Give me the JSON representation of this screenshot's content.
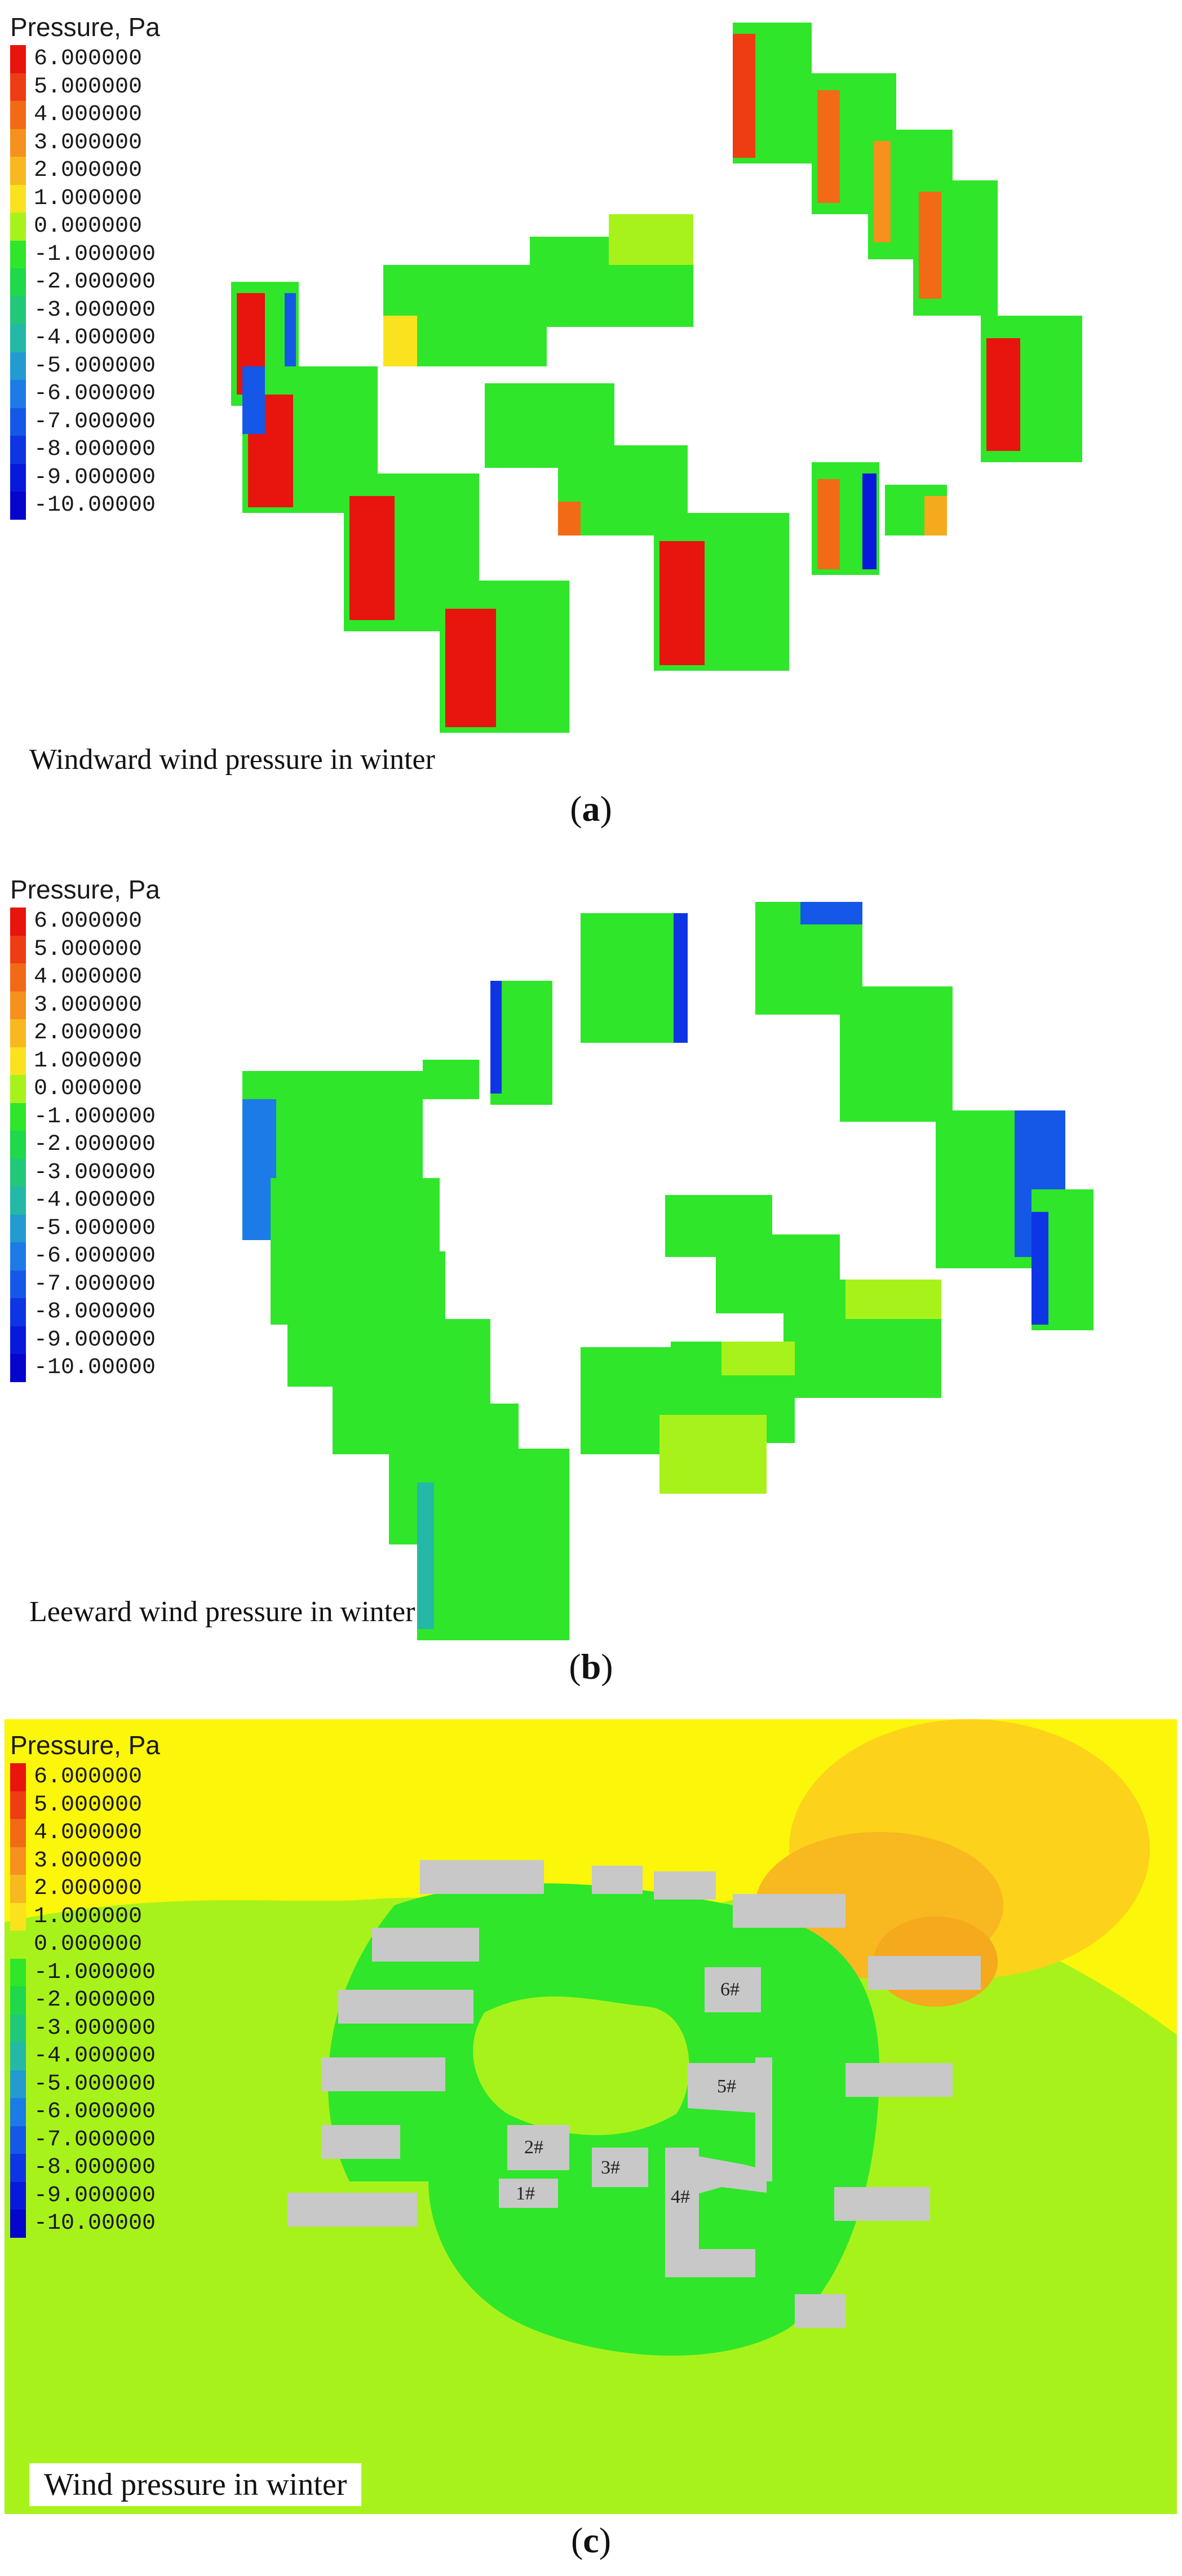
{
  "legend": {
    "title": "Pressure, Pa",
    "items": [
      {
        "label": "6.000000",
        "color": "#e8140e"
      },
      {
        "label": "5.000000",
        "color": "#ee3d12"
      },
      {
        "label": "4.000000",
        "color": "#f26a16"
      },
      {
        "label": "3.000000",
        "color": "#f5911c"
      },
      {
        "label": "2.000000",
        "color": "#f8b81f"
      },
      {
        "label": "1.000000",
        "color": "#fbe21f"
      },
      {
        "label": "0.000000",
        "color": "#a8f21b"
      },
      {
        "label": "-1.000000",
        "color": "#2fe62a"
      },
      {
        "label": "-2.000000",
        "color": "#1fd84b"
      },
      {
        "label": "-3.000000",
        "color": "#22c87a"
      },
      {
        "label": "-4.000000",
        "color": "#25b8a6"
      },
      {
        "label": "-5.000000",
        "color": "#239ad0"
      },
      {
        "label": "-6.000000",
        "color": "#1c7be6"
      },
      {
        "label": "-7.000000",
        "color": "#1558e8"
      },
      {
        "label": "-8.000000",
        "color": "#0e35e3"
      },
      {
        "label": "-9.000000",
        "color": "#0819db"
      },
      {
        "label": "-10.00000",
        "color": "#0505cc"
      }
    ]
  },
  "panels": {
    "a": {
      "caption": "Windward wind pressure in winter",
      "label": "a"
    },
    "b": {
      "caption": "Leeward wind pressure in winter",
      "label": "b"
    },
    "c": {
      "caption": "Wind pressure in winter",
      "label": "c"
    }
  },
  "buildings": [
    "1#",
    "2#",
    "3#",
    "4#",
    "5#",
    "6#"
  ],
  "colors": {
    "field_yellow": "#fbf60a",
    "field_lime": "#a8f21b",
    "field_green": "#2fe62a",
    "field_orange": "#f5a91c",
    "building_gray": "#c8c8c8"
  }
}
